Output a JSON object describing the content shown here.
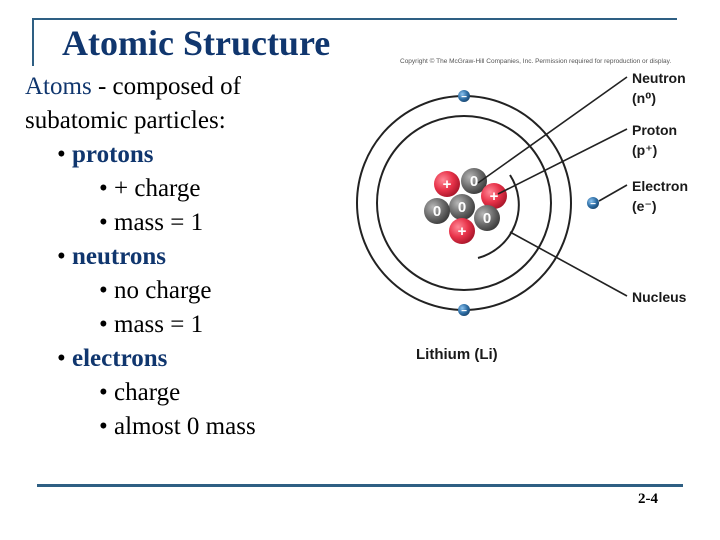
{
  "slide": {
    "title": "Atomic Structure",
    "page_number": "2-4"
  },
  "body": {
    "intro_term": "Atoms",
    "intro_rest": " - composed of",
    "intro_line2": "subatomic particles:",
    "bullets": [
      {
        "label": "protons",
        "subs": [
          "+ charge",
          "mass = 1"
        ]
      },
      {
        "label": "neutrons",
        "subs": [
          "no charge",
          "mass = 1"
        ]
      },
      {
        "label": "electrons",
        "subs": [
          "charge",
          "almost 0 mass"
        ]
      }
    ],
    "bullet_glyph": "•"
  },
  "diagram": {
    "copyright": "Copyright © The McGraw-Hill Companies, Inc. Permission required for reproduction or display.",
    "caption": "Lithium (Li)",
    "labels": {
      "neutron": "Neutron",
      "neutron_symbol": "(n⁰)",
      "proton": "Proton",
      "proton_symbol": "(p⁺)",
      "electron": "Electron",
      "electron_symbol": "(e⁻)",
      "nucleus": "Nucleus"
    },
    "particle_marks": {
      "proton": "+",
      "neutron": "0",
      "electron": "−"
    },
    "colors": {
      "proton": "#e8334a",
      "neutron": "#6e6e6e",
      "electron": "#2f6fa6",
      "orbit": "#222222"
    }
  }
}
